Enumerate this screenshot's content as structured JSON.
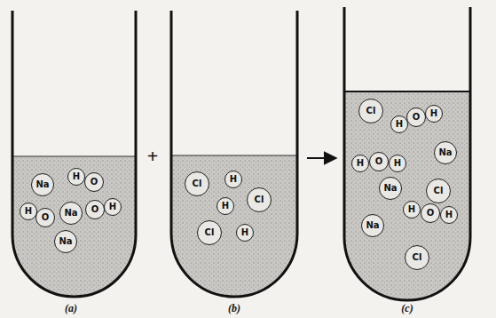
{
  "diagram": {
    "nodes": [
      {
        "text": [
          "Na"
        ]
      },
      {
        "text": [
          "H"
        ]
      },
      {
        "text": [
          "O"
        ]
      },
      {
        "text": [
          "H"
        ]
      },
      {
        "text": [
          "O"
        ]
      },
      {
        "text": [
          "Na"
        ]
      },
      {
        "text": [
          "O"
        ]
      },
      {
        "text": [
          "H"
        ]
      },
      {
        "text": [
          "Na"
        ]
      },
      {
        "text": [
          "Cl"
        ]
      },
      {
        "text": [
          "H"
        ]
      },
      {
        "text": [
          "H"
        ]
      },
      {
        "text": [
          "Cl"
        ]
      },
      {
        "text": [
          "Cl"
        ]
      },
      {
        "text": [
          "H"
        ]
      },
      {
        "text": [
          "Cl"
        ]
      },
      {
        "text": [
          "H"
        ]
      },
      {
        "text": [
          "O"
        ]
      },
      {
        "text": [
          "H"
        ]
      },
      {
        "text": [
          "Na"
        ]
      },
      {
        "text": [
          "H"
        ]
      },
      {
        "text": [
          "O"
        ]
      },
      {
        "text": [
          "H"
        ]
      },
      {
        "text": [
          "Cl"
        ]
      },
      {
        "text": [
          "Na"
        ]
      },
      {
        "text": [
          "Na"
        ]
      },
      {
        "text": [
          "H"
        ]
      },
      {
        "text": [
          "O"
        ]
      },
      {
        "text": [
          "H"
        ]
      },
      {
        "text": [
          "Cl"
        ]
      }
    ],
    "labels": [
      "+",
      "(a)",
      "(b)",
      "(c)"
    ]
  }
}
